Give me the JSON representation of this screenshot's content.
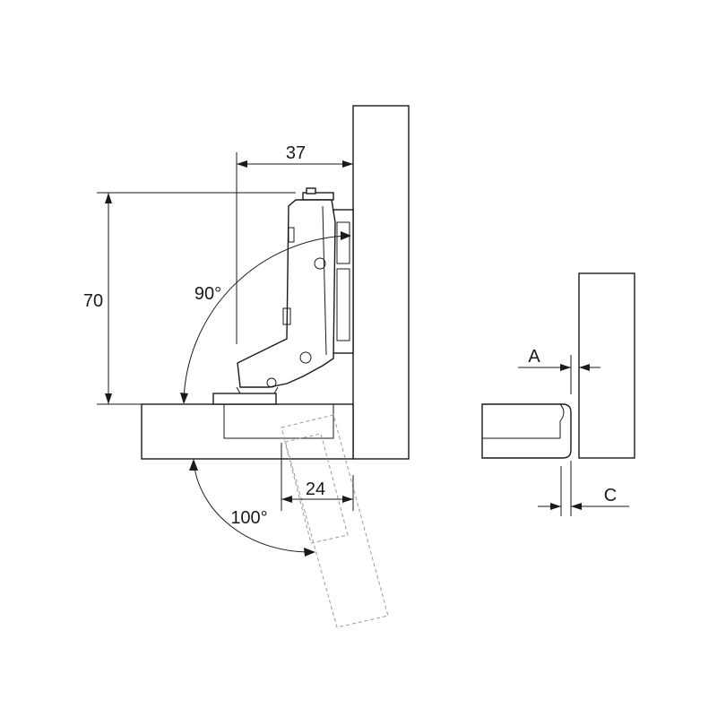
{
  "dimensions": {
    "depth": "37",
    "height": "70",
    "offset": "24",
    "angle_open": "90°",
    "angle_max": "100°",
    "label_a": "A",
    "label_c": "C"
  },
  "colors": {
    "stroke": "#1a1a1a",
    "dashed": "#9a9a9a",
    "background": "#ffffff"
  }
}
